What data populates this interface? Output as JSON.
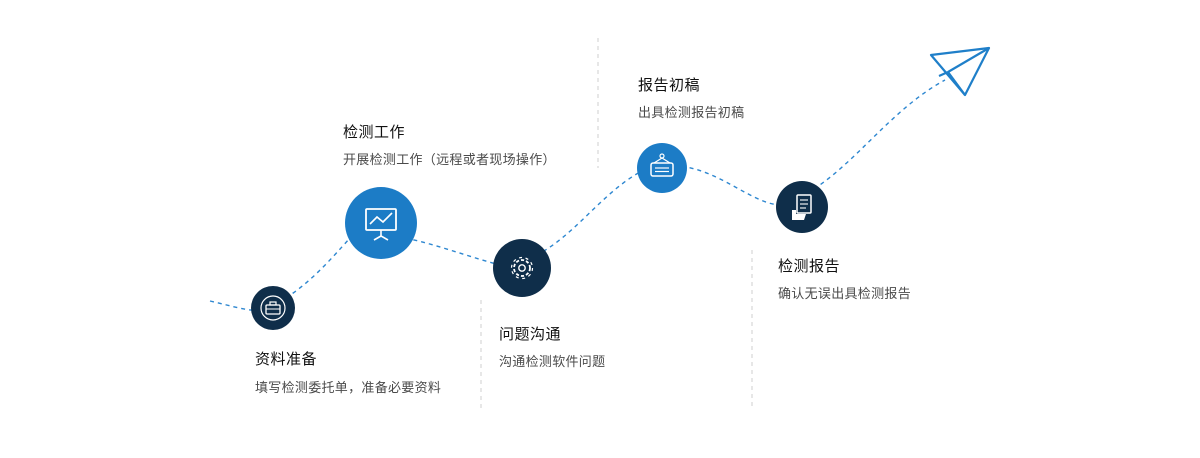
{
  "colors": {
    "dark_node": "#0f2e4a",
    "blue_node": "#1c7cc6",
    "path_line": "#2e87d0",
    "divider": "#cfcfcf",
    "plane": "#1f7fc9"
  },
  "steps": [
    {
      "title": "资料准备",
      "desc": "填写检测委托单，准备必要资料",
      "icon": "briefcase-icon"
    },
    {
      "title": "检测工作",
      "desc": "开展检测工作（远程或者现场操作）",
      "icon": "presentation-board-icon"
    },
    {
      "title": "问题沟通",
      "desc": "沟通检测软件问题",
      "icon": "gear-icon"
    },
    {
      "title": "报告初稿",
      "desc": "出具检测报告初稿",
      "icon": "hanging-sign-icon"
    },
    {
      "title": "检测报告",
      "desc": "确认无误出具检测报告",
      "icon": "hand-document-icon"
    }
  ],
  "end_icon": "paper-plane-icon"
}
